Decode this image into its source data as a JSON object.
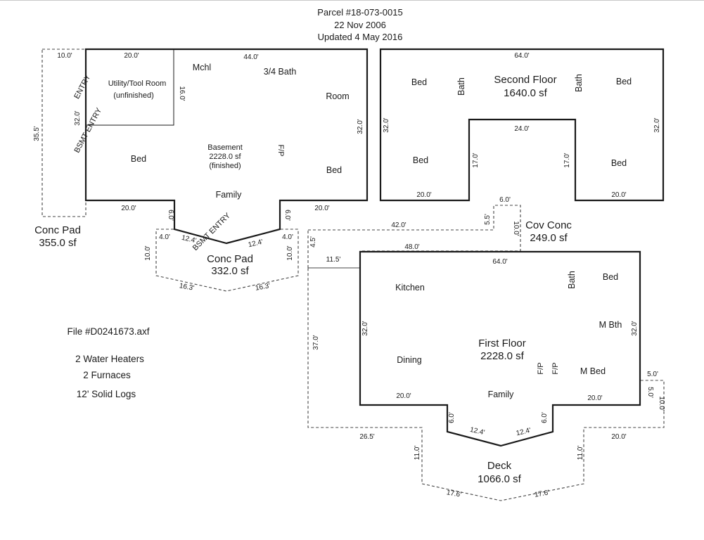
{
  "header": {
    "parcel": "Parcel #18-073-0015",
    "date": "22 Nov 2006",
    "updated": "Updated 4 May 2016"
  },
  "notes": {
    "file": "File #D0241673.axf",
    "line1": "2 Water Heaters",
    "line2": "2 Furnaces",
    "line3": "12' Solid Logs"
  },
  "colors": {
    "blue_hatch": "#3b4fbf",
    "red_hatch": "#b55050",
    "walls": "#1a1a1a"
  },
  "basement": {
    "title": "Basement",
    "area": "2228.0 sf",
    "status": "(finished)",
    "rooms": {
      "utility": "Utility/Tool Room",
      "utility_status": "(unfinished)",
      "mchl": "Mchl",
      "bath": "3/4 Bath",
      "room": "Room",
      "bed1": "Bed",
      "bed2": "Bed",
      "family": "Family",
      "fp": "F/P",
      "entry": "ENTRY",
      "bsmt_entry": "BSMT ENTRY",
      "bsmt_entry2": "BSMT ENTRY"
    },
    "dims": {
      "top_left": "20.0'",
      "top_mid": "44.0'",
      "utility_side": "16.0'",
      "left_side": "32.0'",
      "right_side": "32.0'",
      "bottom_left": "20.0'",
      "bottom_right": "20.0'",
      "notch_left": "6.0'",
      "notch_right": "6.0'",
      "angle_left": "12.4'",
      "angle_right": "12.4'"
    }
  },
  "second_floor": {
    "title": "Second Floor",
    "area": "1640.0 sf",
    "rooms": {
      "bed_tl": "Bed",
      "bath1": "Bath",
      "bath2": "Bath",
      "bed_tr": "Bed",
      "bed_bl": "Bed",
      "bed_br": "Bed"
    },
    "dims": {
      "top": "64.0'",
      "left": "32.0'",
      "right": "32.0'",
      "notch_top": "24.0'",
      "notch_left": "17.0'",
      "notch_right": "17.0'",
      "bottom_left": "20.0'",
      "bottom_right": "20.0'"
    }
  },
  "first_floor": {
    "title": "First Floor",
    "area": "2228.0 sf",
    "rooms": {
      "kitchen": "Kitchen",
      "bath": "Bath",
      "bed": "Bed",
      "mbth": "M Bth",
      "dining": "Dining",
      "fp1": "F/P",
      "fp2": "F/P",
      "mbed": "M Bed",
      "family": "Family"
    },
    "dims": {
      "top": "64.0'",
      "left": "32.0'",
      "right": "32.0'",
      "bottom_left": "20.0'",
      "bottom_right": "20.0'",
      "notch_left": "6.0'",
      "notch_right": "6.0'",
      "angle_left": "12.4'",
      "angle_right": "12.4'"
    }
  },
  "conc_pad_left": {
    "title": "Conc Pad",
    "area": "355.0 sf",
    "dims": {
      "top": "10.0'",
      "side": "35.5'"
    }
  },
  "conc_pad_entry": {
    "title": "Conc Pad",
    "area": "332.0 sf",
    "dims": {
      "left_top": "4.0'",
      "right_top": "4.0'",
      "left_side": "10.0'",
      "right_side": "10.0'",
      "bottom_left": "16.3'",
      "bottom_right": "16.3'"
    }
  },
  "cov_conc": {
    "title": "Cov Conc",
    "area": "249.0 sf",
    "dims": {
      "top_long": "42.0'",
      "inner": "48.0'",
      "tab_top": "6.0'",
      "tab_side": "5.5'",
      "tab_inner": "10.0'",
      "end": "4.5'"
    }
  },
  "deck": {
    "title": "Deck",
    "area": "1066.0 sf",
    "dims": {
      "top_left": "11.5'",
      "left": "37.0'",
      "bottom_left": "26.5'",
      "bottom_right": "20.0'",
      "drop_left": "11.0'",
      "drop_right": "11.0'",
      "angle_left": "17.6'",
      "angle_right": "17.6'",
      "step_top": "5.0'",
      "step_side1": "5.0'",
      "step_side2": "10.0'"
    }
  }
}
